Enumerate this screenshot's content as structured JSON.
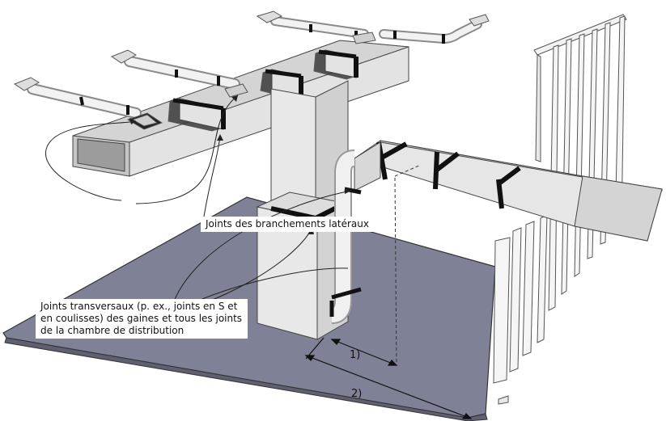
{
  "labels": {
    "lateral_joints": "Joints des branchements latéraux",
    "transverse_joints": "Joints transversaux (p. ex., joints en S et en coulisses) des gaines et tous les joints de la chambre de distribution"
  },
  "dimensions": {
    "d1": "1)",
    "d2": "2)"
  },
  "colors": {
    "floor": "#7f8197",
    "duct_top": "#d9d9d9",
    "duct_front": "#ececec",
    "duct_side": "#bdbdbd",
    "joint_band": "#3a3a3a",
    "pipe": "#f2f2f2",
    "stud": "#f4f4f4"
  }
}
